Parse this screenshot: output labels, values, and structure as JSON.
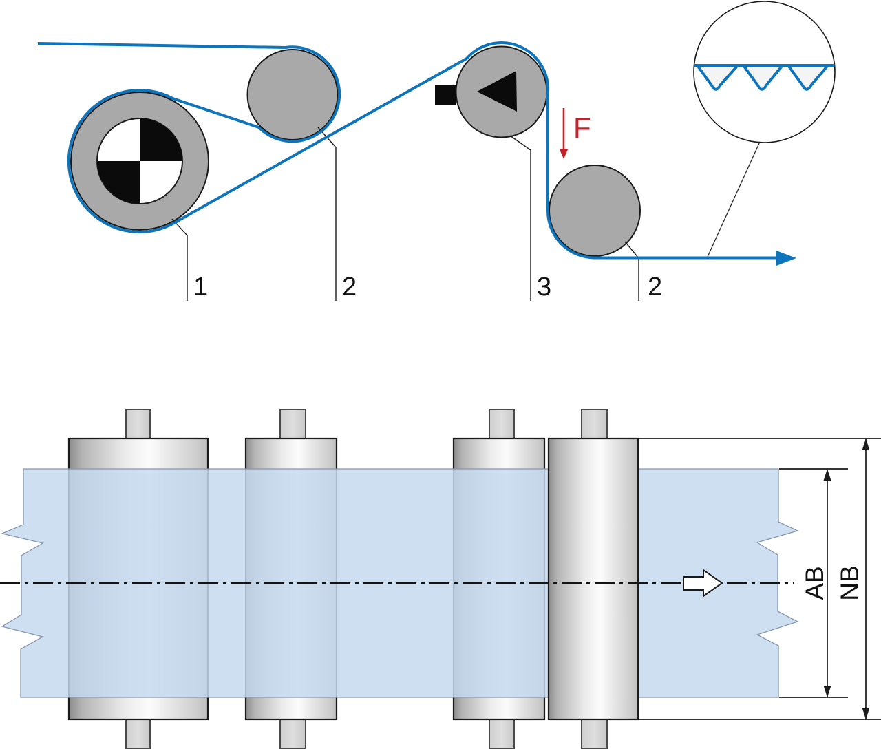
{
  "top_view": {
    "callouts": [
      {
        "label": "1"
      },
      {
        "label": "2"
      },
      {
        "label": "3"
      },
      {
        "label": "2"
      }
    ],
    "force_label": "F"
  },
  "bottom_view": {
    "labels": {
      "web_width": "AB",
      "roller_width": "NB"
    }
  },
  "colors": {
    "web_blue": "#0e74bc",
    "force_red": "#c42127",
    "roller_gray": "#a9a9a9",
    "web_fill": "#cfdff2",
    "flap_fill": "#f4f4f4"
  }
}
